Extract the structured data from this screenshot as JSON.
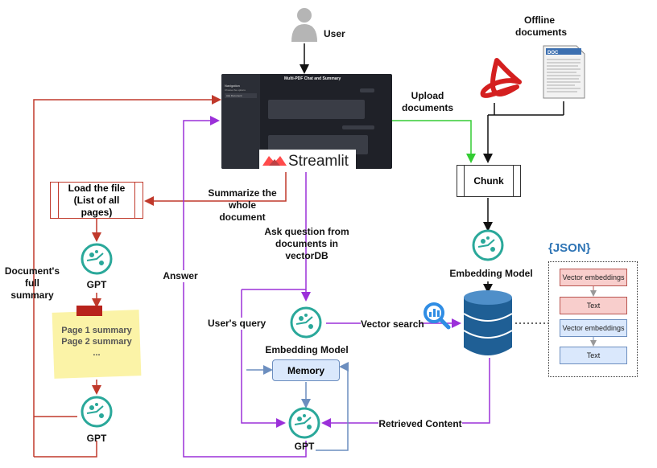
{
  "labels": {
    "user": "User",
    "offline_documents": "Offline documents",
    "upload_documents": "Upload documents",
    "summarize": "Summarize the whole document",
    "load_file": "Load the file (List of all pages)",
    "chunk": "Chunk",
    "embedding_model_right": "Embedding Model",
    "embedding_model_center": "Embedding Model",
    "gpt_top": "GPT",
    "gpt_bottom": "GPT",
    "gpt_center": "GPT",
    "document_summary": "Document's full summary",
    "answer": "Answer",
    "ask_question": "Ask question from documents in vectorDB",
    "users_query": "User's query",
    "vector_search": "Vector search",
    "memory": "Memory",
    "retrieved_content": "Retrieved Content",
    "streamlit": "Streamlit",
    "json": "{JSON}"
  },
  "sticky_note": {
    "line1": "Page 1 summary",
    "line2": "Page 2 summary",
    "line3": "..."
  },
  "app_screen": {
    "title": "Multi-PDF Chat and Summary",
    "nav_title": "Navigation",
    "nav_sub": "Choose the options",
    "nav_selected": "Ask Document"
  },
  "json_items": [
    "Vector embeddings",
    "Text",
    "Vector embeddings",
    "Text"
  ],
  "doc_icon_label": "DOC",
  "colors": {
    "red_flow": "#c0392b",
    "purple_flow": "#9b30d9",
    "green_flow": "#33cc33",
    "blue_flow": "#6c8ebf",
    "ai_icon": "#2aa89a",
    "db": "#1f5f95",
    "json_title": "#2e74b5"
  },
  "icons": [
    "user-icon",
    "pdf-icon",
    "doc-icon",
    "ai-brain-icon",
    "database-icon",
    "search-icon",
    "streamlit-logo-icon"
  ]
}
